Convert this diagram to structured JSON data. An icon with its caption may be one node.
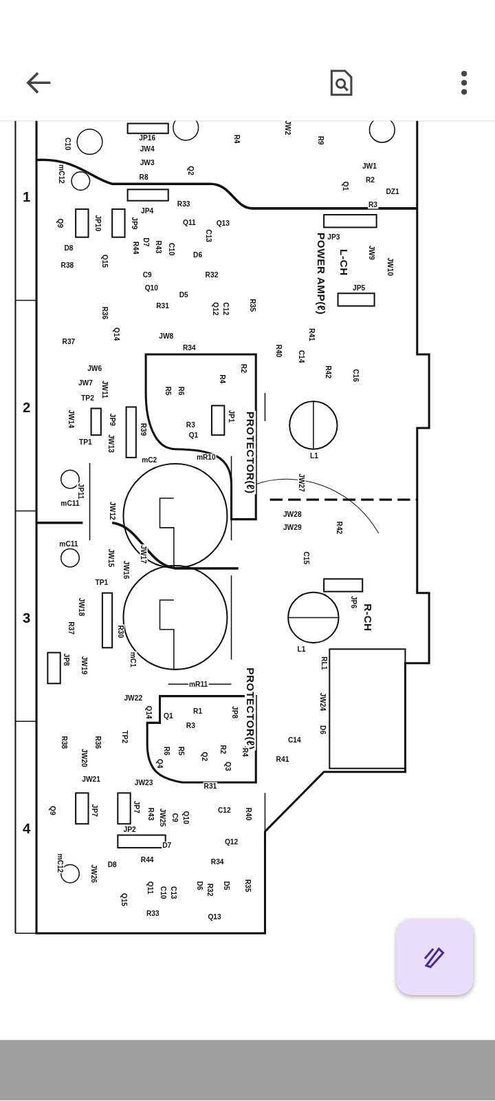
{
  "diagram": {
    "nodes": [
      {
        "text": [],
        "shape": "bar"
      }
    ],
    "labels": [
      "1",
      "2",
      "3",
      "4",
      "C10",
      "JP16",
      "JW4",
      "JW3",
      "R8",
      "mC12",
      "Q2",
      "R4",
      "JW2",
      "R9",
      "Q1",
      "JW1",
      "R2",
      "DZ1",
      "R3",
      "JP4",
      "R33",
      "Q11",
      "Q13",
      "Q9",
      "JP10",
      "JP9",
      "D8",
      "R38",
      "Q15",
      "R44",
      "D7",
      "R43",
      "C10",
      "C13",
      "D6",
      "C9",
      "Q10",
      "D5",
      "R32",
      "R31",
      "Q12",
      "C12",
      "R35",
      "R36",
      "Q14",
      "JW8",
      "R34",
      "R37",
      "JW6",
      "JW7",
      "JW11",
      "TP2",
      "R5",
      "R6",
      "R4",
      "R2",
      "JW14",
      "JP9",
      "TP1",
      "JW13",
      "R39",
      "R3",
      "Q1",
      "JP1",
      "PROTECTOR(ℓ)",
      "mC2",
      "mR10",
      "L-CH",
      "POWER AMP(ℓ)",
      "JP3",
      "JW9",
      "JW10",
      "JP5",
      "R40",
      "C14",
      "R41",
      "R42",
      "C16",
      "L1",
      "JW27",
      "mC11",
      "JP11",
      "JW12",
      "JW28",
      "JW29",
      "R42",
      "C15",
      "mC11",
      "JW15",
      "JW16",
      "JW17",
      "TP1",
      "JP6",
      "R-CH",
      "JW18",
      "R37",
      "R30",
      "JP8",
      "JW19",
      "mC1",
      "L1",
      "RL1",
      "PROTECTOR(ℓ)",
      "mR11",
      "JW22",
      "Q14",
      "Q1",
      "R1",
      "R3",
      "JP8",
      "JW24",
      "R38",
      "R36",
      "JW20",
      "TP2",
      "R6",
      "R5",
      "Q4",
      "Q2",
      "R2",
      "Q3",
      "R4",
      "D6",
      "C14",
      "R41",
      "JW21",
      "JW23",
      "R31",
      "Q9",
      "JP7",
      "JP7",
      "R43",
      "JW25",
      "C9",
      "Q10",
      "C12",
      "R40",
      "Q12",
      "JP2",
      "D7",
      "D8",
      "R44",
      "mC12",
      "JW26",
      "R34",
      "Q11",
      "C10",
      "C13",
      "D6",
      "R32",
      "D5",
      "R35",
      "Q15",
      "R33",
      "Q13"
    ]
  }
}
